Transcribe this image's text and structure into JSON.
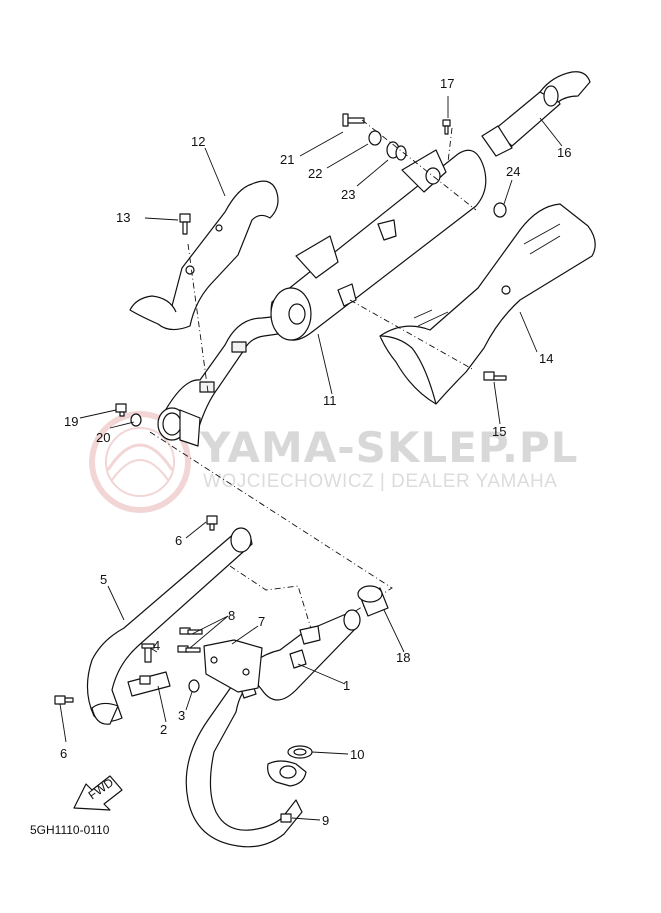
{
  "diagram": {
    "code": "5GH1110-0110",
    "fwd_label": "FWD",
    "callouts": [
      "1",
      "2",
      "3",
      "4",
      "5",
      "6",
      "6",
      "7",
      "8",
      "9",
      "10",
      "11",
      "12",
      "13",
      "14",
      "15",
      "16",
      "17",
      "18",
      "19",
      "20",
      "21",
      "22",
      "23",
      "24"
    ]
  },
  "watermark": {
    "brand": "YAMA-SKLEP.PL",
    "tagline": "WOJCIECHOWICZ | DEALER YAMAHA",
    "color": "#e8b4b4"
  }
}
